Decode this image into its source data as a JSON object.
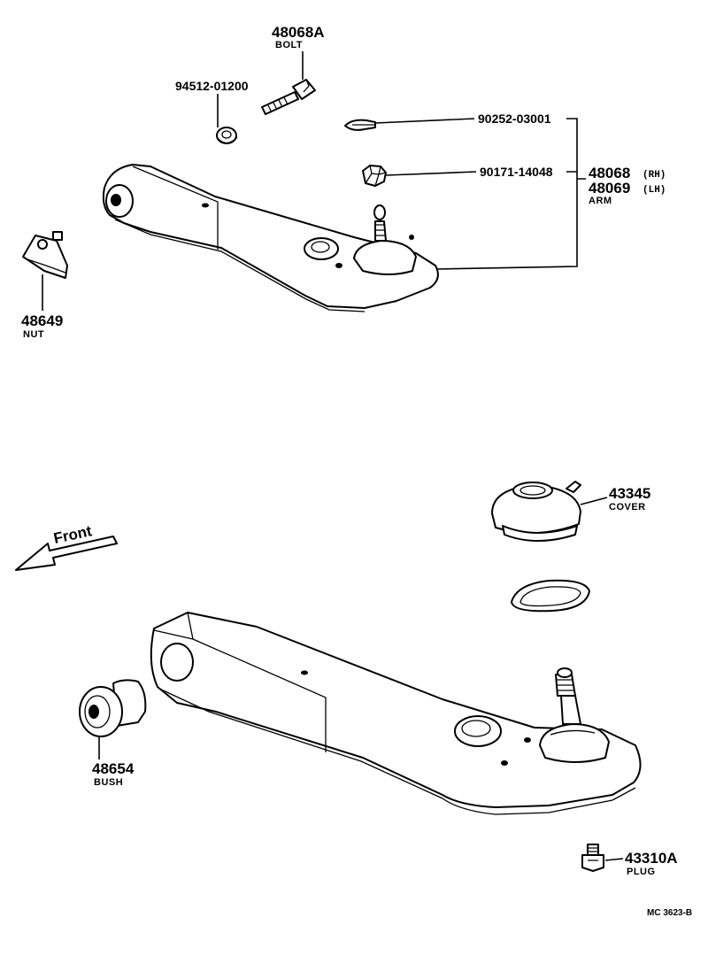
{
  "labels": {
    "bolt": {
      "part_no": "48068A",
      "name": "BOLT"
    },
    "washer": {
      "part_no": "94512-01200"
    },
    "cotter_pin": {
      "part_no": "90252-03001"
    },
    "castle_nut": {
      "part_no": "90171-14048"
    },
    "arm_rh": {
      "part_no": "48068",
      "side": "(RH)"
    },
    "arm_lh": {
      "part_no": "48069",
      "side": "(LH)",
      "name": "ARM"
    },
    "nut": {
      "part_no": "48649",
      "name": "NUT"
    },
    "cover": {
      "part_no": "43345",
      "name": "COVER"
    },
    "bush": {
      "part_no": "48654",
      "name": "BUSH"
    },
    "plug": {
      "part_no": "43310A",
      "name": "PLUG"
    },
    "front_arrow": "Front",
    "catalog_code": "MC 3623-B"
  }
}
